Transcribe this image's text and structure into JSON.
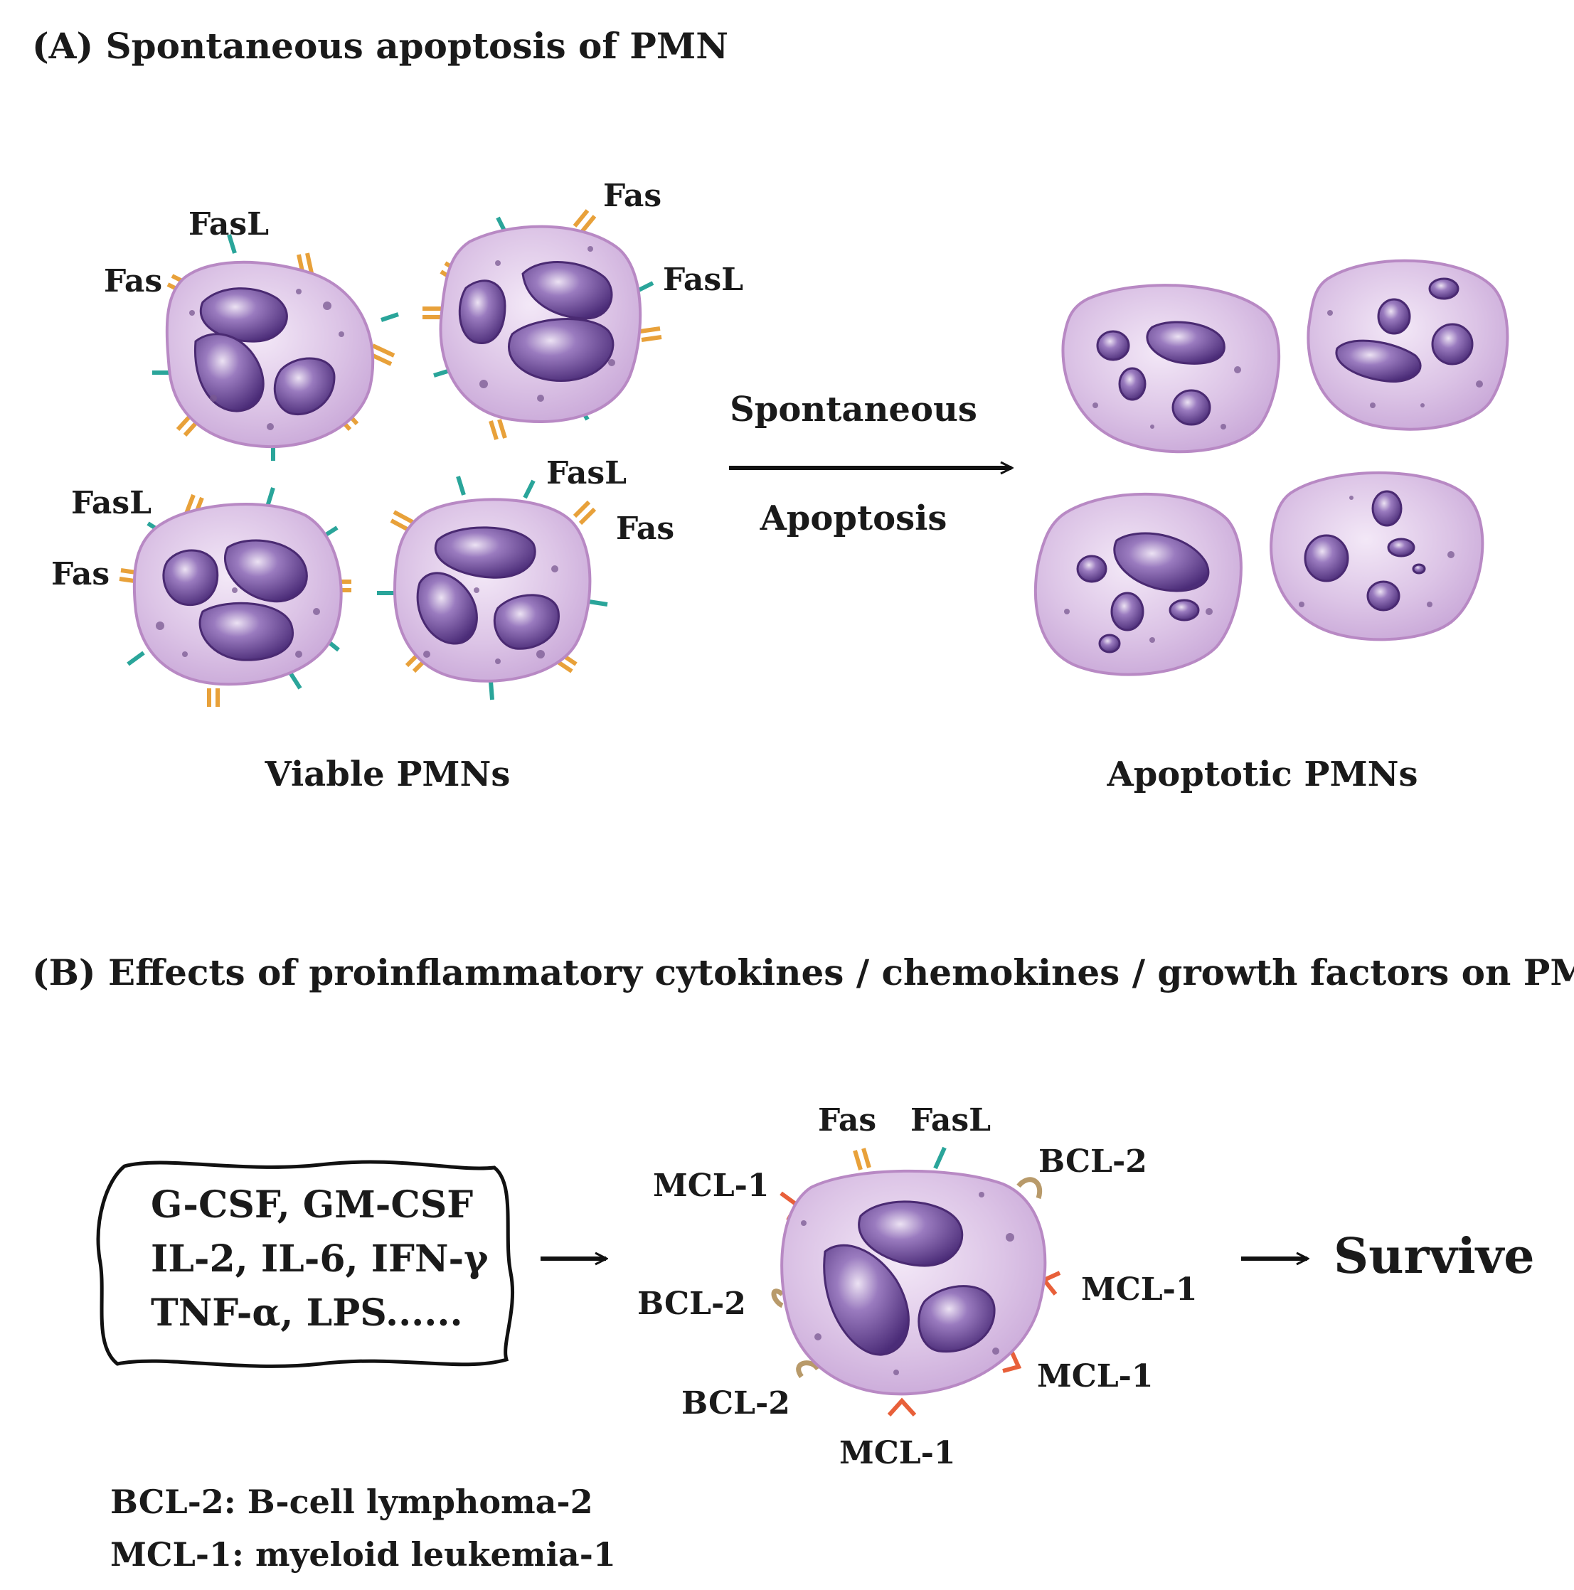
{
  "panel_a": {
    "title": "(A) Spontaneous apoptosis of PMN",
    "receptor_labels": {
      "fas": "Fas",
      "fasl": "FasL"
    },
    "arrow_top": "Spontaneous",
    "arrow_bottom": "Apoptosis",
    "viable_caption": "Viable PMNs",
    "apoptotic_caption": "Apoptotic PMNs"
  },
  "panel_b": {
    "title": "(B) Effects of proinflammatory cytokines / chemokines / growth factors on PMN survival",
    "box_lines": [
      "G-CSF, GM-CSF",
      "IL-2, IL-6, IFN-γ",
      "TNF-α, LPS......"
    ],
    "labels": {
      "fas": "Fas",
      "fasl": "FasL",
      "bcl2": "BCL-2",
      "mcl1": "MCL-1"
    },
    "outcome": "Survive",
    "legend": [
      "BCL-2: B-cell lymphoma-2",
      "MCL-1: myeloid leukemia-1"
    ]
  },
  "colors": {
    "fas": "#e8a13a",
    "fasl": "#2aa59a",
    "bcl2": "#b89a6a",
    "mcl1": "#e8603a",
    "cytoplasm": "#dcc4e6",
    "nucleus": "#6a4a94"
  },
  "icons": [
    "arrow-right-icon",
    "neutrophil-icon",
    "apoptotic-cell-icon"
  ]
}
